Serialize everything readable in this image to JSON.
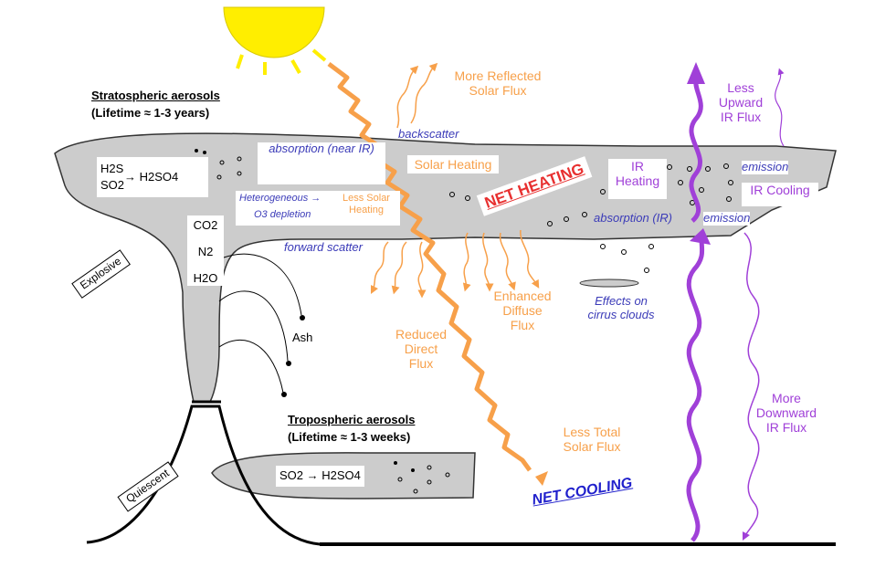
{
  "diagram": {
    "stratospheric": {
      "title": "Stratospheric aerosols",
      "lifetime": "(Lifetime ≈ 1-3 years)",
      "h2s": "H2S",
      "so2": "SO2",
      "h2so4": "→ H2SO4"
    },
    "absorption_nearir": "absorption (near IR)",
    "heterogeneous": "Heterogeneous →",
    "o3_depletion": "O3 depletion",
    "less_solar_heating": "Less Solar Heating",
    "gases": [
      "CO2",
      "N2",
      "H2O"
    ],
    "explosive": "Explosive",
    "quiescent": "Quiescent",
    "forward_scatter": "forward scatter",
    "backscatter": "backscatter",
    "ash": "Ash",
    "more_reflected": "More Reflected Solar Flux",
    "solar_heating": "Solar Heating",
    "net_heating": "NET HEATING",
    "ir_heating": "IR Heating",
    "absorption_ir": "absorption (IR)",
    "emission_top": "emission",
    "emission_bottom": "emission",
    "ir_cooling": "IR Cooling",
    "less_upward": "Less Upward IR Flux",
    "more_downward": "More Downward IR Flux",
    "enhanced_diffuse": "Enhanced Diffuse Flux",
    "reduced_direct": "Reduced Direct Flux",
    "effects_cirrus": "Effects on cirrus clouds",
    "less_total": "Less Total Solar Flux",
    "net_cooling": "NET COOLING",
    "tropospheric": {
      "title": "Tropospheric aerosols",
      "lifetime": "(Lifetime ≈ 1-3 weeks)",
      "reaction": "SO2 → H2SO4"
    }
  },
  "colors": {
    "sun": "#ffee00",
    "orange": "#f7a04a",
    "blue": "#3b3bb8",
    "purple": "#a040d8",
    "cloud": "#cccccc",
    "net_heating": "#e83030",
    "net_cooling": "#2020cc"
  }
}
